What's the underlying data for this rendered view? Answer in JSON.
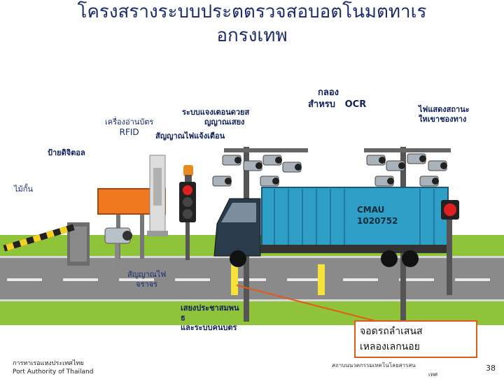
{
  "title_line1": "โครงสรางระบบประตตรวจสอบอตโนมตทาเร",
  "title_line2": "อกรงเทพ",
  "labels": {
    "camera_ocr_line1": "กลอง",
    "camera_ocr_line2": "สำหรบ",
    "camera_ocr_line3": "OCR",
    "status_light_line1": "ไฟแสดงสถานะ",
    "status_light_line2": "ใหเขาชองทาง",
    "rfid_line1": "เครื่องอ่านบัตร",
    "rfid_line2": "RFID",
    "detect_line1": "ระบบแจงเตอนดวยส",
    "detect_line2": "ญญาณเสยง",
    "warning_light": "สัญญาณไฟแจ้งเตือน",
    "sign_board": "ป้ายดิจิตอล",
    "barrier": "ไม้กั้น",
    "traffic_line1": "สัญญาณไฟ",
    "traffic_line2": "จราจร",
    "intercom_line1": "เสยงประชาสมพน",
    "intercom_line2": "ธ",
    "intercom_line3": "และระบบคนบตร"
  },
  "container": {
    "code_line1": "CMAU",
    "code_line2": "1020752"
  },
  "callout": {
    "line1": "จอดรถลำเสนส",
    "line2": "เหลองเลกนอย"
  },
  "footer": {
    "org_thai": "การทาเรอแหงประเทศไทย",
    "org_en": "Port Authority of Thailand",
    "center": "สถาบนนวตกรรมเทคโนโลยสารสน",
    "center2": "เทศ",
    "page": "38"
  },
  "colors": {
    "sky": "#ffffff",
    "grass": "#8fc43a",
    "road": "#8a8a8a",
    "container": "#2f9fc8",
    "truck_cab": "#2a3b4c",
    "sign": "#f07820",
    "callout_border": "#e05a1a",
    "title": "#1a2a6c"
  },
  "icons": [
    "camera-icon",
    "traffic-light-icon",
    "warning-light-icon",
    "rfid-reader-icon",
    "barrier-icon",
    "truck-icon"
  ]
}
